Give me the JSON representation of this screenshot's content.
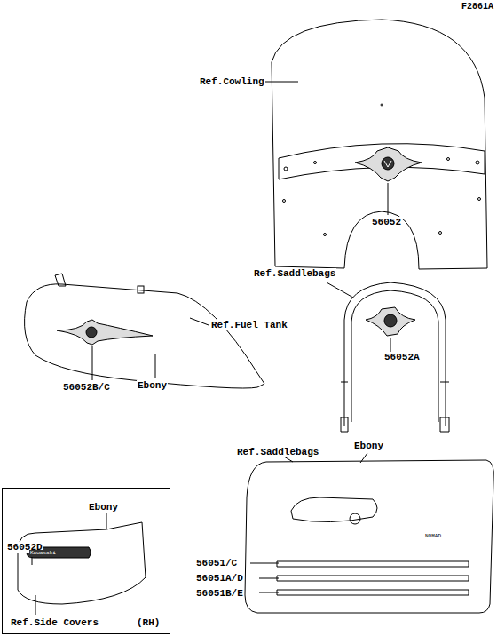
{
  "diagram": {
    "nodes": [
      {
        "text": [
          "56052D",
          "Ebony",
          "Kawasaki",
          "Ref.Side Covers",
          "(RH)"
        ]
      }
    ],
    "labels": [
      "F2861A",
      "Ref.Cowling",
      "56052",
      "Ref.Fuel Tank",
      "Ref.Saddlebags",
      "56052B/C",
      "Ebony",
      "56052A",
      "Ref.Saddlebags",
      "Ebony",
      "NOMAD",
      "56051/C",
      "56051A/D",
      "56051B/E"
    ]
  }
}
